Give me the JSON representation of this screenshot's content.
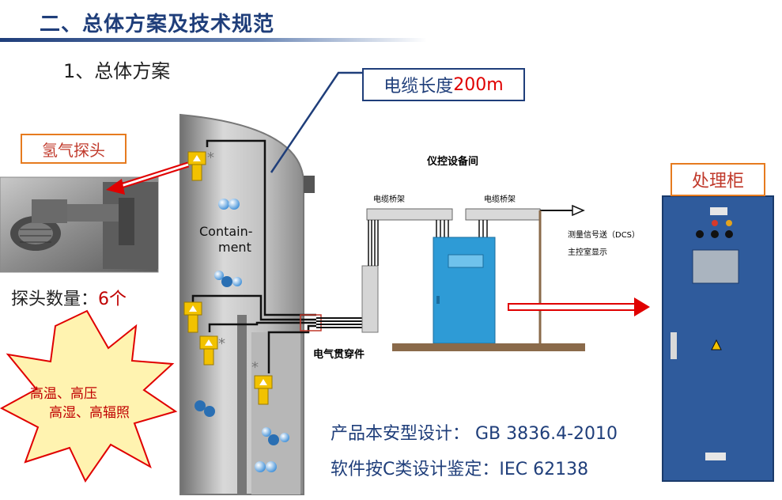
{
  "header": {
    "title": "二、总体方案及技术规范",
    "subtitle": "1、总体方案"
  },
  "callouts": {
    "cable_length_prefix": "电缆长度",
    "cable_length_value": "200m",
    "hydrogen_probe": "氢气探头",
    "cabinet": "处理柜"
  },
  "probe_count": {
    "label": "探头数量：",
    "value": "6个"
  },
  "conditions": {
    "line1": "高温、高压",
    "line2": "高湿、高辐照"
  },
  "containment": {
    "label_line1": "Contain-",
    "label_line2": "ment"
  },
  "diagram": {
    "room_label": "仪控设备间",
    "tray_left": "电缆桥架",
    "tray_right": "电缆桥架",
    "signal_line1": "测量信号送（DCS）",
    "signal_line2": "主控室显示",
    "penetration_label": "电气贯穿件"
  },
  "standards": {
    "line1": "产品本安型设计： GB 3836.4-2010",
    "line2": "软件按C类设计鉴定：IEC 62138"
  },
  "colors": {
    "title": "#1f3e7a",
    "callout_border_orange": "#e67b1f",
    "callout_border_blue": "#1f3e7a",
    "highlight_red": "#e00000",
    "cabinet_blue": "#2f5b9c",
    "probe_yellow": "#f2c200"
  }
}
